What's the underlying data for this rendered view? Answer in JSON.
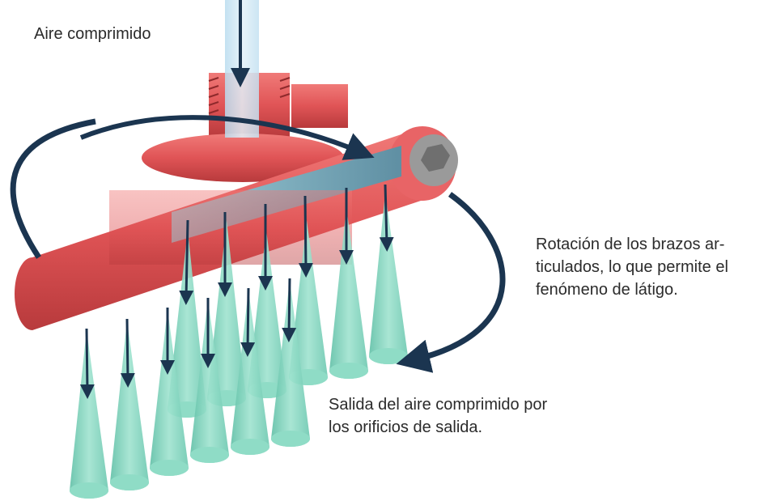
{
  "labels": {
    "compressed_air": "Aire comprimido",
    "rotation": "Rotación de los brazos ar-\nticulados, lo que permite el\nfenómeno de látigo.",
    "outlet": "Salida del aire comprimido por\nlos orificios de salida."
  },
  "colors": {
    "body_red": "#e05456",
    "body_red_dark": "#b83a3c",
    "body_red_light": "#f07a78",
    "cone_green": "#7fd3bd",
    "arrow_navy": "#1b3550",
    "air_tube": "#cfe6f3",
    "text": "#2b2b2b"
  }
}
